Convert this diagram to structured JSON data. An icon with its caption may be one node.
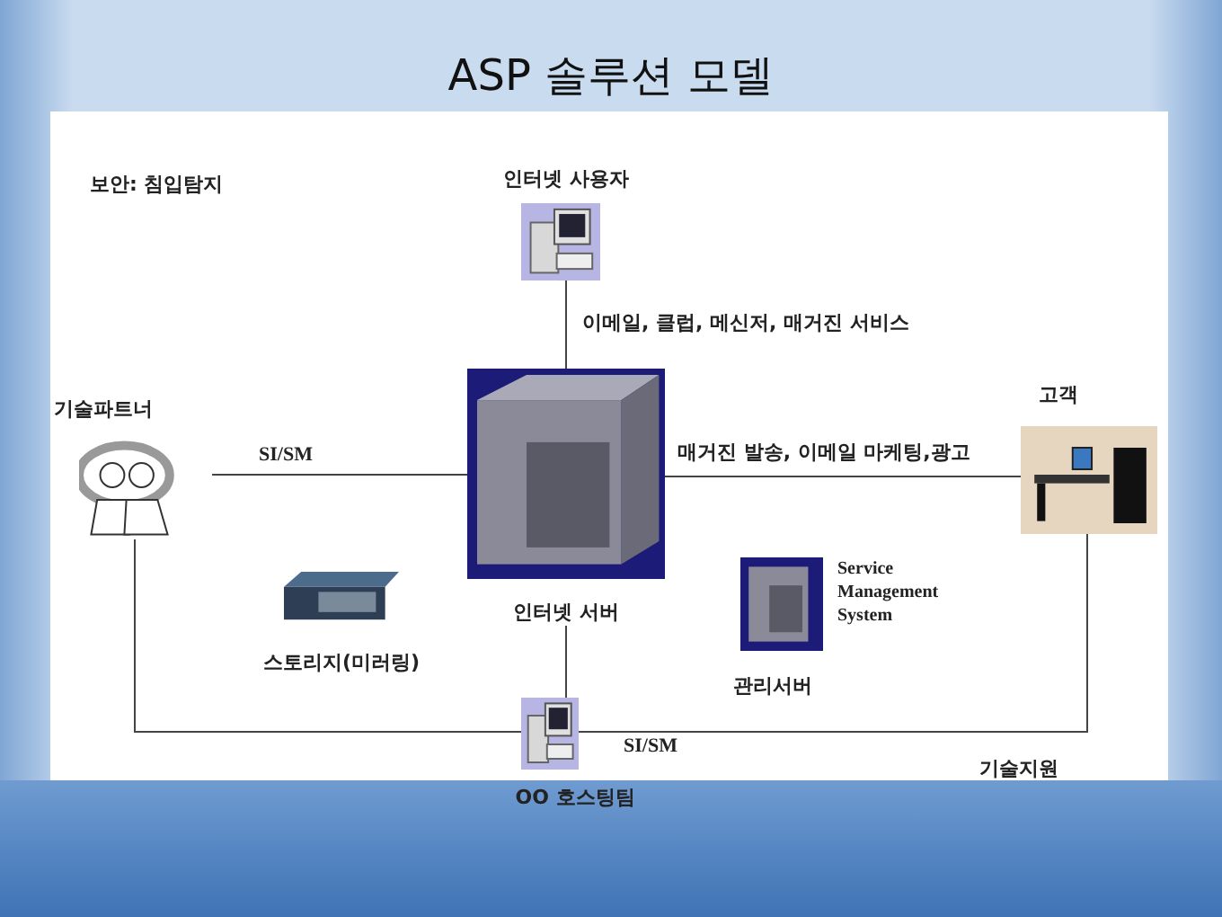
{
  "diagram": {
    "title": "ASP 솔루션 모델",
    "nodes": [
      {
        "text": [
          "인터넷 사용자"
        ]
      },
      {
        "text": [
          "인터넷 서버"
        ]
      },
      {
        "text": [
          "기술파트너"
        ]
      },
      {
        "text": [
          "고객"
        ]
      },
      {
        "text": [
          "OO 호스팅팀"
        ]
      },
      {
        "text": [
          "스토리지(미러링)"
        ]
      },
      {
        "text": [
          "관리서버"
        ],
        "beside": [
          "Service Management System"
        ]
      }
    ],
    "edges": [
      {
        "from": 0,
        "to": 1,
        "arrow": "none",
        "label": "이메일, 클럽, 메신저, 매거진 서비스"
      },
      {
        "from": 2,
        "to": 1,
        "arrow": "none",
        "label": "SI/SM"
      },
      {
        "from": 1,
        "to": 3,
        "arrow": "none",
        "label": "매거진 발송, 이메일 마케팅,광고"
      },
      {
        "from": 1,
        "to": 4,
        "arrow": "none"
      },
      {
        "from": 2,
        "to": 4,
        "arrow": "none"
      },
      {
        "from": 4,
        "to": 3,
        "arrow": "none",
        "label": "SI/SM"
      }
    ],
    "labels": [
      "보안: 침입탐지",
      "기술지원"
    ]
  }
}
